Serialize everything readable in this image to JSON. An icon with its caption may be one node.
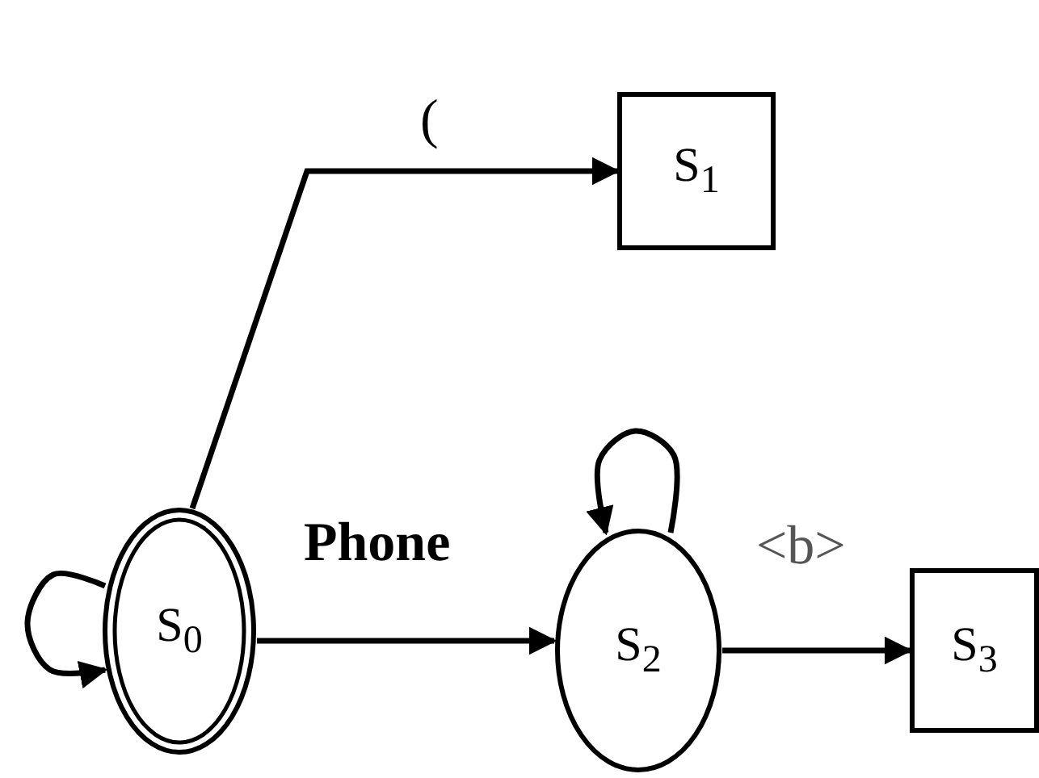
{
  "diagram": {
    "nodes": [
      {
        "text": [
          "S$_{0}$"
        ]
      },
      {
        "text": [
          "S$_{1}$"
        ]
      },
      {
        "text": [
          "S$_{2}$"
        ]
      },
      {
        "text": [
          "S$_{3}$"
        ]
      }
    ],
    "edges": [
      {
        "from": 0,
        "to": 0,
        "arrow": "to"
      },
      {
        "from": 0,
        "to": 1,
        "label": "(",
        "arrow": "to"
      },
      {
        "from": 0,
        "to": 2,
        "label": "Phone",
        "arrow": "to"
      },
      {
        "from": 2,
        "to": 2,
        "arrow": "to"
      },
      {
        "from": 2,
        "to": 3,
        "label": "<b>",
        "arrow": "to"
      }
    ]
  }
}
